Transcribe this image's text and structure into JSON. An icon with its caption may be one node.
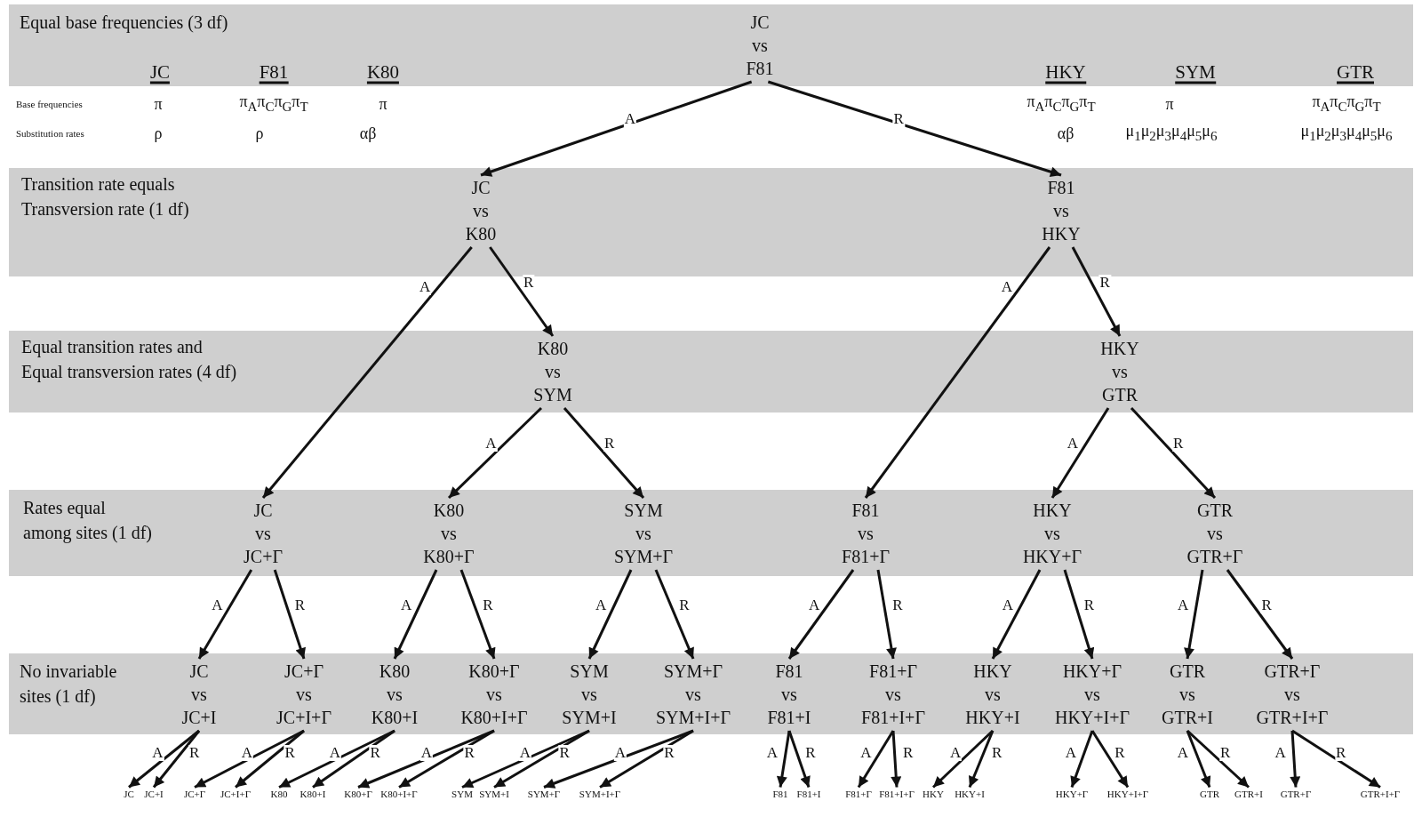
{
  "diagram": {
    "nodes": [
      {
        "text": [
          "Equal base frequencies (3 df)"
        ]
      },
      {
        "text": [
          "JC vs F81"
        ],
        "in": 0
      },
      {
        "text": [
          "Transition rate equals Transversion rate (1 df)"
        ]
      },
      {
        "text": [
          "JC vs K80"
        ],
        "in": 2
      },
      {
        "text": [
          "F81 vs HKY"
        ],
        "in": 2
      },
      {
        "text": [
          "Equal transition rates and Equal transversion rates (4 df)"
        ]
      },
      {
        "text": [
          "K80 vs SYM"
        ],
        "in": 5
      },
      {
        "text": [
          "HKY vs GTR"
        ],
        "in": 5
      },
      {
        "text": [
          "Rates equal among sites (1 df)"
        ]
      },
      {
        "text": [
          "JC vs JC+Γ"
        ],
        "in": 8
      },
      {
        "text": [
          "K80 vs K80+Γ"
        ],
        "in": 8
      },
      {
        "text": [
          "SYM vs SYM+Γ"
        ],
        "in": 8
      },
      {
        "text": [
          "F81 vs F81+Γ"
        ],
        "in": 8
      },
      {
        "text": [
          "HKY vs HKY+Γ"
        ],
        "in": 8
      },
      {
        "text": [
          "GTR vs GTR+Γ"
        ],
        "in": 8
      },
      {
        "text": [
          "No invariable sites (1 df)"
        ]
      },
      {
        "text": [
          "JC vs JC+I"
        ],
        "in": 15
      },
      {
        "text": [
          "JC+Γ vs JC+I+Γ"
        ],
        "in": 15
      },
      {
        "text": [
          "K80 vs K80+I"
        ],
        "in": 15
      },
      {
        "text": [
          "K80+Γ vs K80+I+Γ"
        ],
        "in": 15
      },
      {
        "text": [
          "SYM vs SYM+I"
        ],
        "in": 15
      },
      {
        "text": [
          "SYM+Γ vs SYM+I+Γ"
        ],
        "in": 15
      },
      {
        "text": [
          "F81 vs F81+I"
        ],
        "in": 15
      },
      {
        "text": [
          "F81+Γ vs F81+I+Γ"
        ],
        "in": 15
      },
      {
        "text": [
          "HKY vs HKY+I"
        ],
        "in": 15
      },
      {
        "text": [
          "HKY+Γ vs HKY+I+Γ"
        ],
        "in": 15
      },
      {
        "text": [
          "GTR vs GTR+I"
        ],
        "in": 15
      },
      {
        "text": [
          "GTR+Γ vs GTR+I+Γ"
        ],
        "in": 15
      },
      {
        "text": [
          "JC"
        ]
      },
      {
        "text": [
          "JC+I"
        ]
      },
      {
        "text": [
          "JC+Γ"
        ]
      },
      {
        "text": [
          "JC+I+Γ"
        ]
      },
      {
        "text": [
          "K80"
        ]
      },
      {
        "text": [
          "K80+I"
        ]
      },
      {
        "text": [
          "K80+Γ"
        ]
      },
      {
        "text": [
          "K80+I+Γ"
        ]
      },
      {
        "text": [
          "SYM"
        ]
      },
      {
        "text": [
          "SYM+I"
        ]
      },
      {
        "text": [
          "SYM+Γ"
        ]
      },
      {
        "text": [
          "SYM+I+Γ"
        ]
      },
      {
        "text": [
          "F81"
        ]
      },
      {
        "text": [
          "F81+I"
        ]
      },
      {
        "text": [
          "F81+Γ"
        ]
      },
      {
        "text": [
          "F81+I+Γ"
        ]
      },
      {
        "text": [
          "HKY"
        ]
      },
      {
        "text": [
          "HKY+I"
        ]
      },
      {
        "text": [
          "HKY+Γ"
        ]
      },
      {
        "text": [
          "HKY+I+Γ"
        ]
      },
      {
        "text": [
          "GTR"
        ]
      },
      {
        "text": [
          "GTR+I"
        ]
      },
      {
        "text": [
          "GTR+Γ"
        ]
      },
      {
        "text": [
          "GTR+I+Γ"
        ]
      }
    ],
    "edges": [
      {
        "from": 1,
        "to": 3,
        "arrow": "to",
        "label": "A"
      },
      {
        "from": 1,
        "to": 4,
        "arrow": "to",
        "label": "R"
      },
      {
        "from": 3,
        "to": 9,
        "arrow": "to",
        "label": "A"
      },
      {
        "from": 3,
        "to": 6,
        "arrow": "to",
        "label": "R"
      },
      {
        "from": 4,
        "to": 12,
        "arrow": "to",
        "label": "A"
      },
      {
        "from": 4,
        "to": 7,
        "arrow": "to",
        "label": "R"
      },
      {
        "from": 6,
        "to": 10,
        "arrow": "to",
        "label": "A"
      },
      {
        "from": 6,
        "to": 11,
        "arrow": "to",
        "label": "R"
      },
      {
        "from": 7,
        "to": 13,
        "arrow": "to",
        "label": "A"
      },
      {
        "from": 7,
        "to": 14,
        "arrow": "to",
        "label": "R"
      },
      {
        "from": 9,
        "to": 16,
        "arrow": "to",
        "label": "A"
      },
      {
        "from": 9,
        "to": 17,
        "arrow": "to",
        "label": "R"
      },
      {
        "from": 10,
        "to": 18,
        "arrow": "to",
        "label": "A"
      },
      {
        "from": 10,
        "to": 19,
        "arrow": "to",
        "label": "R"
      },
      {
        "from": 11,
        "to": 20,
        "arrow": "to",
        "label": "A"
      },
      {
        "from": 11,
        "to": 21,
        "arrow": "to",
        "label": "R"
      },
      {
        "from": 12,
        "to": 22,
        "arrow": "to",
        "label": "A"
      },
      {
        "from": 12,
        "to": 23,
        "arrow": "to",
        "label": "R"
      },
      {
        "from": 13,
        "to": 24,
        "arrow": "to",
        "label": "A"
      },
      {
        "from": 13,
        "to": 25,
        "arrow": "to",
        "label": "R"
      },
      {
        "from": 14,
        "to": 26,
        "arrow": "to",
        "label": "A"
      },
      {
        "from": 14,
        "to": 27,
        "arrow": "to",
        "label": "R"
      },
      {
        "from": 16,
        "to": 28,
        "arrow": "to",
        "label": "A"
      },
      {
        "from": 16,
        "to": 29,
        "arrow": "to",
        "label": "R"
      },
      {
        "from": 17,
        "to": 30,
        "arrow": "to",
        "label": "A"
      },
      {
        "from": 17,
        "to": 31,
        "arrow": "to",
        "label": "R"
      },
      {
        "from": 18,
        "to": 32,
        "arrow": "to",
        "label": "A"
      },
      {
        "from": 18,
        "to": 33,
        "arrow": "to",
        "label": "R"
      },
      {
        "from": 19,
        "to": 34,
        "arrow": "to",
        "label": "A"
      },
      {
        "from": 19,
        "to": 35,
        "arrow": "to",
        "label": "R"
      },
      {
        "from": 20,
        "to": 36,
        "arrow": "to",
        "label": "A"
      },
      {
        "from": 20,
        "to": 37,
        "arrow": "to",
        "label": "R"
      },
      {
        "from": 21,
        "to": 38,
        "arrow": "to",
        "label": "A"
      },
      {
        "from": 21,
        "to": 39,
        "arrow": "to",
        "label": "R"
      },
      {
        "from": 22,
        "to": 40,
        "arrow": "to",
        "label": "A"
      },
      {
        "from": 22,
        "to": 41,
        "arrow": "to",
        "label": "R"
      },
      {
        "from": 23,
        "to": 42,
        "arrow": "to",
        "label": "A"
      },
      {
        "from": 23,
        "to": 43,
        "arrow": "to",
        "label": "R"
      },
      {
        "from": 24,
        "to": 44,
        "arrow": "to",
        "label": "A"
      },
      {
        "from": 24,
        "to": 45,
        "arrow": "to",
        "label": "R"
      },
      {
        "from": 25,
        "to": 46,
        "arrow": "to",
        "label": "A"
      },
      {
        "from": 25,
        "to": 47,
        "arrow": "to",
        "label": "R"
      },
      {
        "from": 26,
        "to": 48,
        "arrow": "to",
        "label": "A"
      },
      {
        "from": 26,
        "to": 49,
        "arrow": "to",
        "label": "R"
      },
      {
        "from": 27,
        "to": 50,
        "arrow": "to",
        "label": "A"
      },
      {
        "from": 27,
        "to": 51,
        "arrow": "to",
        "label": "R"
      }
    ],
    "labels": [
      "JC",
      "F81",
      "K80",
      "HKY",
      "SYM",
      "GTR",
      "Base frequencies",
      "π",
      "π$_{A}$π$_{C}$π$_{G}$π$_{T}$",
      "π",
      "π$_{A}$π$_{C}$π$_{G}$π$_{T}$",
      "π",
      "π$_{A}$π$_{C}$π$_{G}$π$_{T}$",
      "Substitution rates",
      "ρ",
      "ρ",
      "αβ",
      "αβ",
      "μ$_{1}$μ$_{2}$μ$_{3}$μ$_{4}$μ$_{5}$μ$_{6}$",
      "μ$_{1}$μ$_{2}$μ$_{3}$μ$_{4}$μ$_{5}$μ$_{6}$"
    ]
  }
}
